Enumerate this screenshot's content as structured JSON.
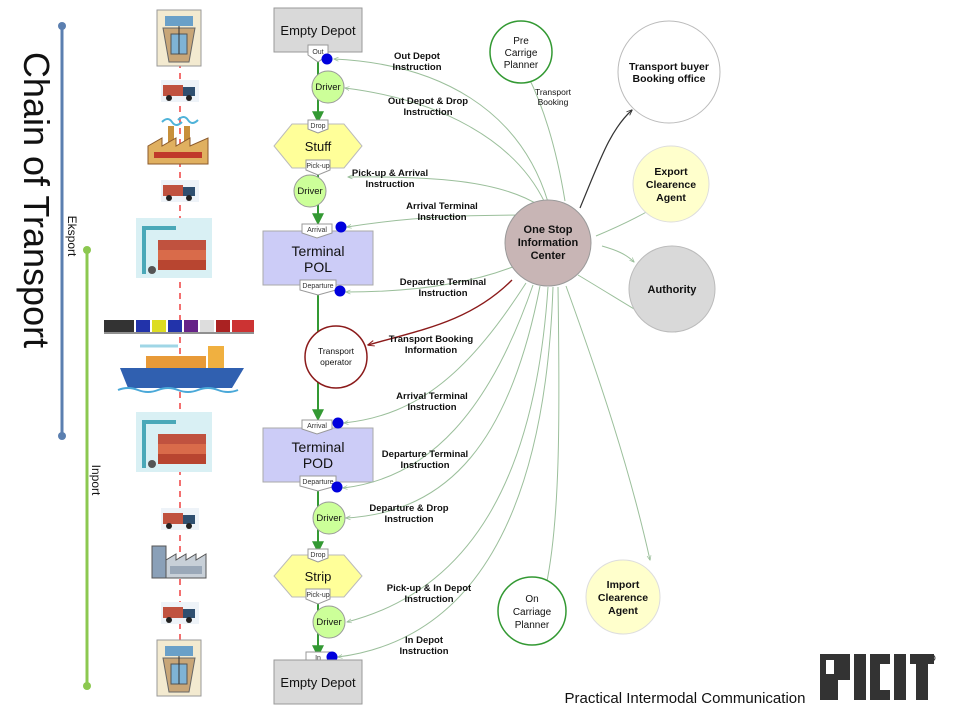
{
  "title": "Chain of Transport",
  "sections": {
    "export": "Eksport",
    "import": "Inport"
  },
  "depots": {
    "top": "Empty Depot",
    "bottom": "Empty Depot"
  },
  "nodes": {
    "stuff": "Stuff",
    "strip": "Strip",
    "terminal_pol": [
      "Terminal",
      "POL"
    ],
    "terminal_pod": [
      "Terminal",
      "POD"
    ],
    "transport_operator": [
      "Transport",
      "operator"
    ],
    "driver": "Driver"
  },
  "ports": {
    "out": "Out",
    "drop": "Drop",
    "pickup": "Pick-up",
    "arrival": "Arrival",
    "departure": "Departure",
    "in": "In"
  },
  "messages": {
    "out_depot": [
      "Out Depot",
      "Instruction"
    ],
    "out_depot_drop": [
      "Out Depot & Drop",
      "Instruction"
    ],
    "pickup_arrival": [
      "Pick-up & Arrival",
      "Instruction"
    ],
    "arrival_terminal_1": [
      "Arrival Terminal",
      "Instruction"
    ],
    "departure_terminal_1": [
      "Departure Terminal",
      "Instruction"
    ],
    "transport_booking_info": [
      "Transport Booking",
      "Information"
    ],
    "arrival_terminal_2": [
      "Arrival Terminal",
      "Instruction"
    ],
    "departure_terminal_2": [
      "Departure Terminal",
      "Instruction"
    ],
    "departure_drop": [
      "Departure & Drop",
      "Instruction"
    ],
    "pickup_in_depot": [
      "Pick-up & In Depot",
      "Instruction"
    ],
    "in_depot": [
      "In Depot",
      "Instruction"
    ],
    "transport_booking": [
      "Transport",
      "Booking"
    ]
  },
  "actors": {
    "center": [
      "One Stop",
      "Information",
      "Center"
    ],
    "pre_carriage": [
      "Pre",
      "Carrige",
      "Planner"
    ],
    "transport_buyer": [
      "Transport buyer",
      "Booking office"
    ],
    "export_agent": [
      "Export",
      "Clearence",
      "Agent"
    ],
    "authority": "Authority",
    "on_carriage": [
      "On",
      "Carriage",
      "Planner"
    ],
    "import_agent": [
      "Import",
      "Clearence",
      "Agent"
    ]
  },
  "footer": {
    "tagline": "Practical Intermodal Communication",
    "logo": "PICIT"
  },
  "colors": {
    "terminal_fill": "#ccccf7",
    "driver_fill": "#ccff99",
    "stuff_fill": "#ffff99",
    "center_fill": "#c8b5b5",
    "agent_fill": "#ffffcc",
    "authority_fill": "#d9d9d9",
    "flow_green": "#339933",
    "port_blue": "#0000dd",
    "export_line": "#5b7fb0",
    "import_line": "#8cc850"
  }
}
